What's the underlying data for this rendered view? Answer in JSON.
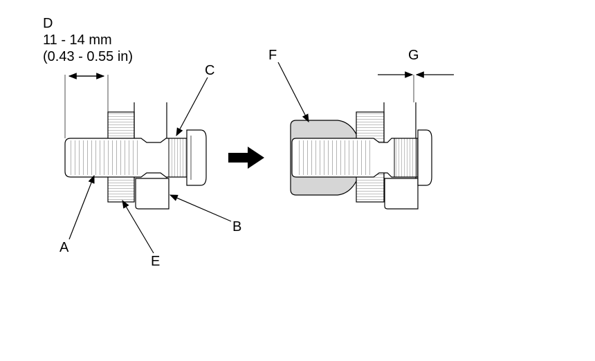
{
  "labels": {
    "a": "A",
    "b": "B",
    "c": "C",
    "d": "D",
    "e": "E",
    "f": "F",
    "g": "G",
    "dim_mm": "11 - 14 mm",
    "dim_in": "(0.43 - 0.55 in)"
  },
  "colors": {
    "line": "#000000",
    "tool_fill": "#d6d6d6"
  },
  "icons": {
    "direction": "right-arrow-icon"
  }
}
